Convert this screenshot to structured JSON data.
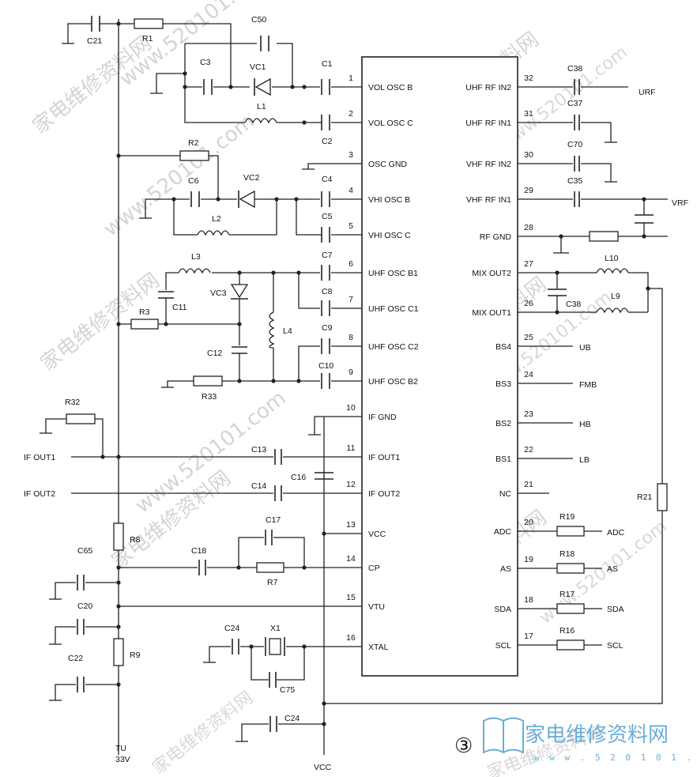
{
  "ic_pins_left": [
    {
      "num": "1",
      "label": "VOL OSC B"
    },
    {
      "num": "2",
      "label": "VOL OSC C"
    },
    {
      "num": "3",
      "label": "OSC GND"
    },
    {
      "num": "4",
      "label": "VHI OSC B"
    },
    {
      "num": "5",
      "label": "VHI OSC C"
    },
    {
      "num": "6",
      "label": "UHF OSC B1"
    },
    {
      "num": "7",
      "label": "UHF OSC C1"
    },
    {
      "num": "8",
      "label": "UHF OSC C2"
    },
    {
      "num": "9",
      "label": "UHF OSC B2"
    },
    {
      "num": "10",
      "label": "IF GND"
    },
    {
      "num": "11",
      "label": "IF OUT1"
    },
    {
      "num": "12",
      "label": "IF OUT2"
    },
    {
      "num": "13",
      "label": "VCC"
    },
    {
      "num": "14",
      "label": "CP"
    },
    {
      "num": "15",
      "label": "VTU"
    },
    {
      "num": "16",
      "label": "XTAL"
    }
  ],
  "ic_pins_right": [
    {
      "num": "32",
      "label": "UHF RF IN2"
    },
    {
      "num": "31",
      "label": "UHF RF IN1"
    },
    {
      "num": "30",
      "label": "VHF RF IN2"
    },
    {
      "num": "29",
      "label": "VHF RF IN1"
    },
    {
      "num": "28",
      "label": "RF GND"
    },
    {
      "num": "27",
      "label": "MIX OUT2"
    },
    {
      "num": "26",
      "label": "MIX OUT1"
    },
    {
      "num": "25",
      "label": "BS4"
    },
    {
      "num": "24",
      "label": "BS3"
    },
    {
      "num": "23",
      "label": "BS2"
    },
    {
      "num": "22",
      "label": "BS1"
    },
    {
      "num": "21",
      "label": "NC"
    },
    {
      "num": "20",
      "label": "ADC"
    },
    {
      "num": "19",
      "label": "AS"
    },
    {
      "num": "18",
      "label": "SDA"
    },
    {
      "num": "17",
      "label": "SCL"
    }
  ],
  "components": {
    "C21": "C21",
    "R1": "R1",
    "C50": "C50",
    "C3": "C3",
    "VC1": "VC1",
    "C1": "C1",
    "L1": "L1",
    "C2": "C2",
    "R2": "R2",
    "C6": "C6",
    "VC2": "VC2",
    "C4": "C4",
    "L2": "L2",
    "C5": "C5",
    "L3": "L3",
    "C7": "C7",
    "C11": "C11",
    "VC3": "VC3",
    "C8": "C8",
    "R3": "R3",
    "L4": "L4",
    "C9": "C9",
    "C12": "C12",
    "C10": "C10",
    "R33": "R33",
    "R32": "R32",
    "C13": "C13",
    "C16": "C16",
    "C14": "C14",
    "C17": "C17",
    "R8": "R8",
    "C65": "C65",
    "C18": "C18",
    "R7": "R7",
    "C20": "C20",
    "R9": "R9",
    "C24a": "C24",
    "X1": "X1",
    "C22": "C22",
    "C75": "C75",
    "C24b": "C24",
    "C38a": "C38",
    "C37": "C37",
    "C70": "C70",
    "C35": "C35",
    "L10": "L10",
    "C38b": "C38",
    "L9": "L9",
    "R21": "R21",
    "R19": "R19",
    "R18": "R18",
    "R17": "R17",
    "R16": "R16"
  },
  "nets": {
    "URF": "URF",
    "VRF": "VRF",
    "UB": "UB",
    "FMB": "FMB",
    "HB": "HB",
    "LB": "LB",
    "ADC": "ADC",
    "AS": "AS",
    "SDA": "SDA",
    "SCL": "SCL",
    "IF_OUT1": "IF OUT1",
    "IF_OUT2": "IF OUT2",
    "TU": "TU",
    "TU_V": "33V",
    "VCC": "VCC"
  },
  "figure_number": "③",
  "watermark": {
    "brand": "家电维修资料网",
    "url": "www.520101.com",
    "logo_url": "w w w . 5 2 0 1 0 1 . c o m",
    "logo_color": "#6aaed6"
  }
}
